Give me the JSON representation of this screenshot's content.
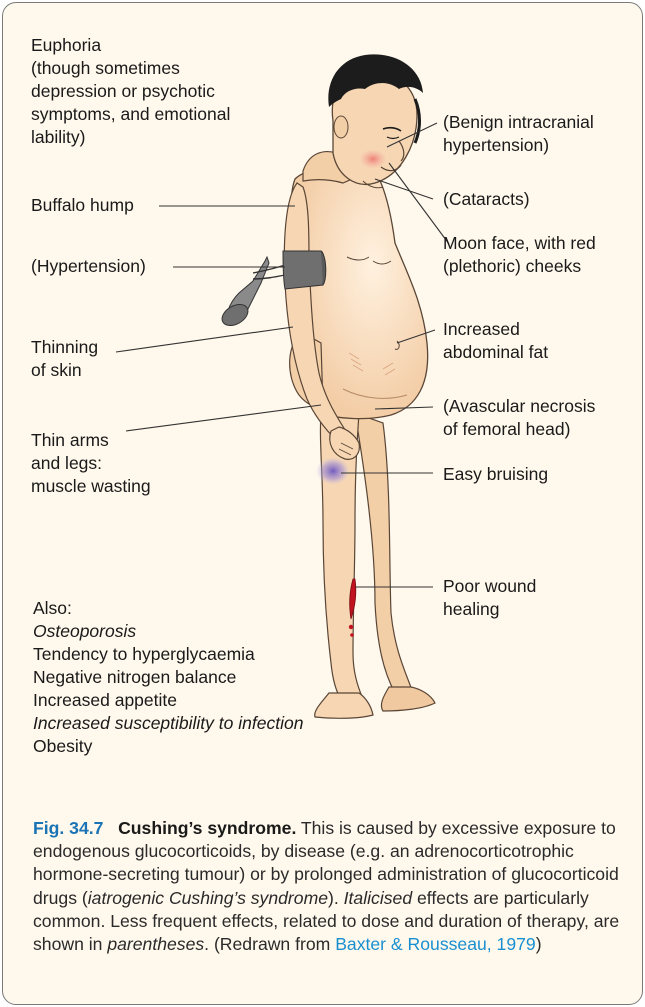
{
  "labels": {
    "euphoria": "Euphoria\n(though sometimes\ndepression or psychotic\nsymptoms, and emotional\nlability)",
    "buffalo_hump": "Buffalo hump",
    "hypertension": "(Hypertension)",
    "thinning_skin": "Thinning\nof skin",
    "thin_arms": "Thin arms\nand legs:\nmuscle wasting",
    "benign_ic_htn": "(Benign intracranial\nhypertension)",
    "cataracts": "(Cataracts)",
    "moon_face": "Moon face, with red\n(plethoric) cheeks",
    "abdominal_fat": "Increased\nabdominal fat",
    "avascular_necrosis": "(Avascular necrosis\nof femoral head)",
    "easy_bruising": "Easy bruising",
    "poor_wound_healing": "Poor wound\nhealing"
  },
  "also": {
    "heading": "Also:",
    "items": [
      {
        "text": "Osteoporosis",
        "italic": true
      },
      {
        "text": "Tendency to hyperglycaemia",
        "italic": false
      },
      {
        "text": "Negative nitrogen balance",
        "italic": false
      },
      {
        "text": "Increased appetite",
        "italic": false
      },
      {
        "text": "Increased susceptibility to infection",
        "italic": true
      },
      {
        "text": "Obesity",
        "italic": false
      }
    ]
  },
  "caption": {
    "fig_number": "Fig. 34.7",
    "title": "Cushing’s syndrome.",
    "part1": " This is caused by excessive exposure to endogenous glucocorticoids, by disease (e.g. an adrenocorticotrophic hormone-secreting tumour) or by prolonged administration of glucocorticoid drugs (",
    "iatrogenic": "iatrogenic Cushing’s syndrome",
    "part2": "). ",
    "italicised": "Italicised",
    "part3": " effects are particularly common. Less frequent effects, related to dose and duration of therapy, are shown in ",
    "parentheses": "parentheses",
    "part4": ". (Redrawn from ",
    "reference": "Baxter & Rousseau, 1979",
    "part5": ")"
  },
  "colors": {
    "skin": "#f7d7b3",
    "skin_shade": "#e3b48c",
    "hair": "#1c1c1c",
    "cuff": "#6f6f6f",
    "bruise": "#8a78c8",
    "wound": "#c1121f",
    "cheek": "#ef8a8a",
    "accent_blue": "#1a73b5",
    "reference_blue": "#1a8fd0"
  }
}
